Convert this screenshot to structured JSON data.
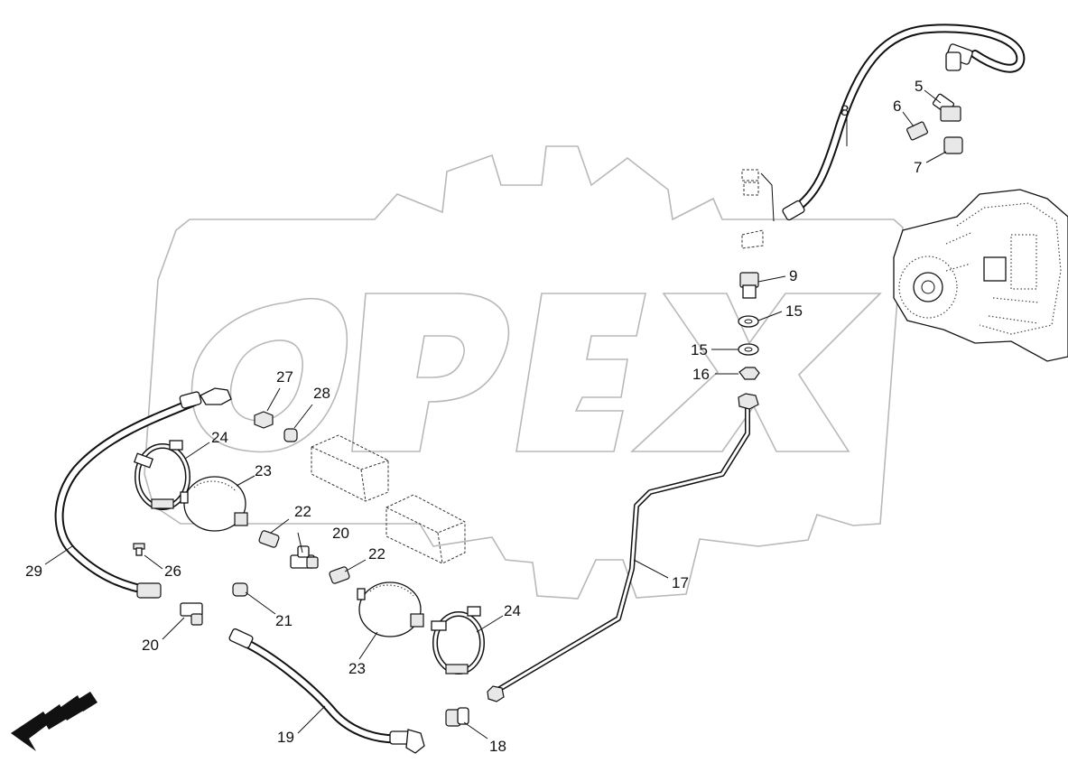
{
  "watermark": {
    "text": "OPEX"
  },
  "direction_arrow": {
    "icon": "front-direction-arrow-icon"
  },
  "callouts": {
    "c5": "5",
    "c6": "6",
    "c7": "7",
    "c8": "8",
    "c9": "9",
    "c15a": "15",
    "c15b": "15",
    "c16": "16",
    "c17": "17",
    "c18": "18",
    "c19": "19",
    "c20a": "20",
    "c20b": "20",
    "c21": "21",
    "c22a": "22",
    "c22b": "22",
    "c23a": "23",
    "c23b": "23",
    "c24a": "24",
    "c24b": "24",
    "c26": "26",
    "c27": "27",
    "c28": "28",
    "c29": "29"
  },
  "colors": {
    "line": "#111111",
    "watermark": "#b8b8b8",
    "background": "#ffffff"
  }
}
